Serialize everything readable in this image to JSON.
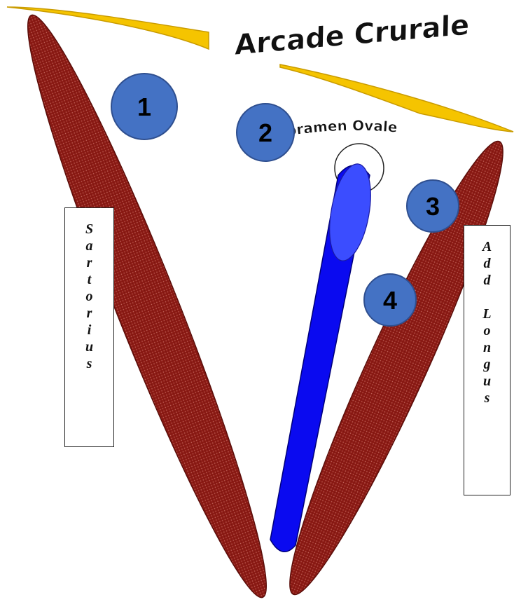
{
  "title": "Arcade Crurale",
  "foramen_label": "Foramen Ovale",
  "muscles": {
    "left": "Sartorius",
    "right": "Add Longus"
  },
  "markers": [
    {
      "label": "1"
    },
    {
      "label": "2"
    },
    {
      "label": "3"
    },
    {
      "label": "4"
    }
  ],
  "colors": {
    "ligament": "#f5c400",
    "muscle": "#8b1a14",
    "vein": "#0a0af0",
    "vein_highlight": "#3b4dff",
    "marker_fill": "#4472c4",
    "marker_stroke": "#2f4f8f"
  }
}
